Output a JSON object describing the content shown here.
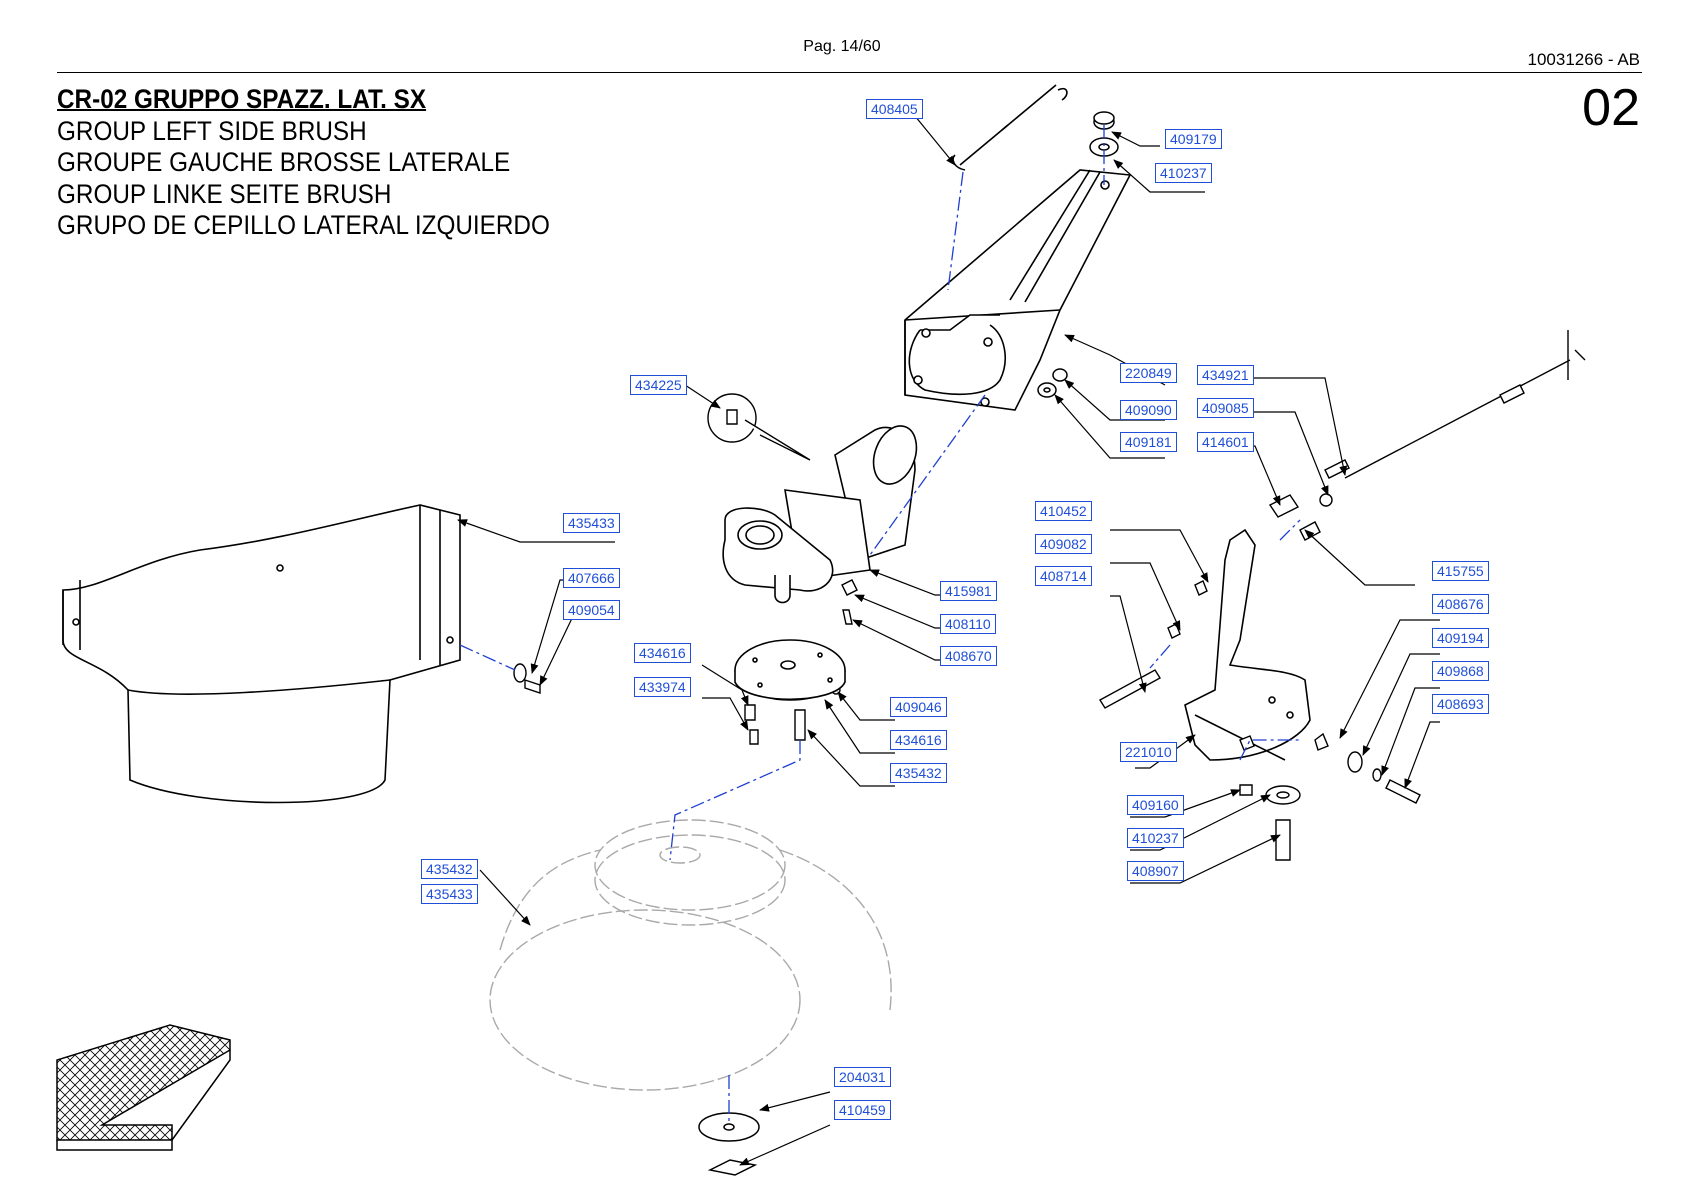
{
  "header": {
    "page": "Pag. 14/60",
    "doc_code": "10031266 - AB",
    "group_number": "02"
  },
  "title": {
    "main": "CR-02 GRUPPO SPAZZ. LAT. SX",
    "lines": [
      "GROUP LEFT SIDE BRUSH",
      "GROUPE GAUCHE BROSSE LATERALE",
      "GROUP LINKE SEITE BRUSH",
      "GRUPO DE CEPILLO LATERAL IZQUIERDO"
    ]
  },
  "callouts": [
    "408405",
    "409179",
    "410237",
    "220849",
    "434225",
    "409090",
    "409181",
    "434921",
    "409085",
    "414601",
    "435433",
    "407666",
    "409054",
    "415981",
    "408110",
    "408670",
    "410452",
    "409082",
    "408714",
    "415755",
    "408676",
    "409194",
    "409868",
    "408693",
    "434616",
    "433974",
    "409046",
    "434616",
    "435432",
    "221010",
    "409160",
    "410237",
    "408907",
    "435432",
    "435433",
    "204031",
    "410459"
  ],
  "colors": {
    "callout": "#1f4fd8",
    "leader": "#000000",
    "centerline": "#1f3fd0"
  }
}
